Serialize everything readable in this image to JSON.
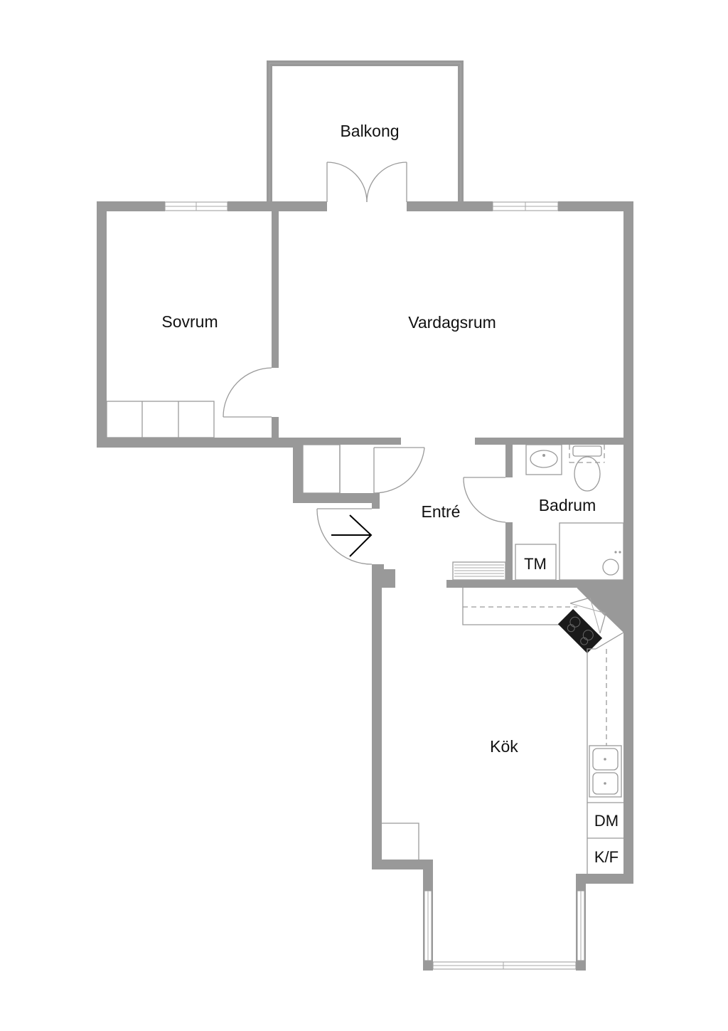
{
  "rooms": {
    "balkong": "Balkong",
    "sovrum": "Sovrum",
    "vardagsrum": "Vardagsrum",
    "entre": "Entré",
    "badrum": "Badrum",
    "kok": "Kök"
  },
  "appliances": {
    "tm": "TM",
    "dm": "DM",
    "kf": "K/F"
  },
  "colors": {
    "wall": "#999999",
    "line": "#9a9a9a",
    "text": "#111111",
    "entrance_arrow": "#000000",
    "stove": "#1a1a1a"
  }
}
